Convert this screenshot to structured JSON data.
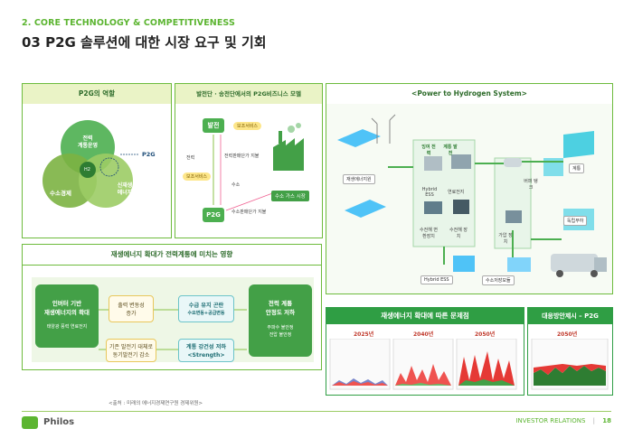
{
  "header": {
    "section": "2. CORE TECHNOLOGY & COMPETITIVENESS",
    "title": "03 P2G 솔루션에 대한 시장 요구 및 기회"
  },
  "role_panel": {
    "title": "P2G의 역할",
    "circle_top": [
      "전력",
      "계통운영"
    ],
    "circle_left": "수소경제",
    "circle_right": [
      "신재생",
      "에너지"
    ],
    "center_label": "H2",
    "pointer_label": "P2G"
  },
  "model_panel": {
    "title": "발전단 · 송전단에서의 P2G비즈니스 모델",
    "power": "발전",
    "p2g": "P2G",
    "aux_service_1": "보조서비스",
    "aux_service_2": "보조서비스",
    "power_label": "전력",
    "grid_power_label": "전력판매단가 지불",
    "hydrogen_label": "수소",
    "hydrogen_price_label": "수소판매단가 지불",
    "hydrogen_market": "수소 가스 시장"
  },
  "system_panel": {
    "title": "<Power to Hydrogen System>",
    "labels": {
      "renewable": "재생에너지원",
      "hybrid_ess_top": "Hybrid ESS",
      "fuel_cell": "연료전지",
      "electrolysis_1": "수전해 변환장치",
      "electrolysis_2": "수전해 장치",
      "grid_trade": "잉여 전력",
      "grid_gen": "계통 발전",
      "buffer_tank": "버퍼 탱크",
      "pressure": "가압 장치",
      "grid": "계통",
      "hydrogen_car": "독립부하",
      "hybrid_ess_bottom": "Hybrid ESS",
      "storage": "수소저장모듈"
    }
  },
  "impact_panel": {
    "title": "재생에너지 확대가 전력계통에 미치는 영향",
    "left_box": [
      "인버터 기반",
      "재생에너지의 확대",
      "태양광 풍력 연료전지"
    ],
    "mid_top": [
      "출력 변동성",
      "증가"
    ],
    "mid_bottom": [
      "기존 발전기 대체로",
      "동기발전기 감소"
    ],
    "right_top": [
      "수급 유지 곤란",
      "수요변동+공급변동"
    ],
    "right_bottom": [
      "계통 강건성 저하",
      "<Strength>"
    ],
    "result_box": [
      "전력 계통",
      "안정도 저하",
      "주파수 불안정",
      "전압 불안정"
    ]
  },
  "issues_panel": {
    "title": "재생에너지 확대에 따른 문제점",
    "years": [
      "2025년",
      "2040년",
      "2050년"
    ]
  },
  "alt_panel": {
    "title": "대응방안제시 – P2G",
    "year": "2050년"
  },
  "source": "<출처 : 미래의 에너지경제연구원 경제위원>",
  "footer": {
    "logo": "Philos",
    "right": "INVESTOR RELATIONS",
    "page": "18"
  }
}
